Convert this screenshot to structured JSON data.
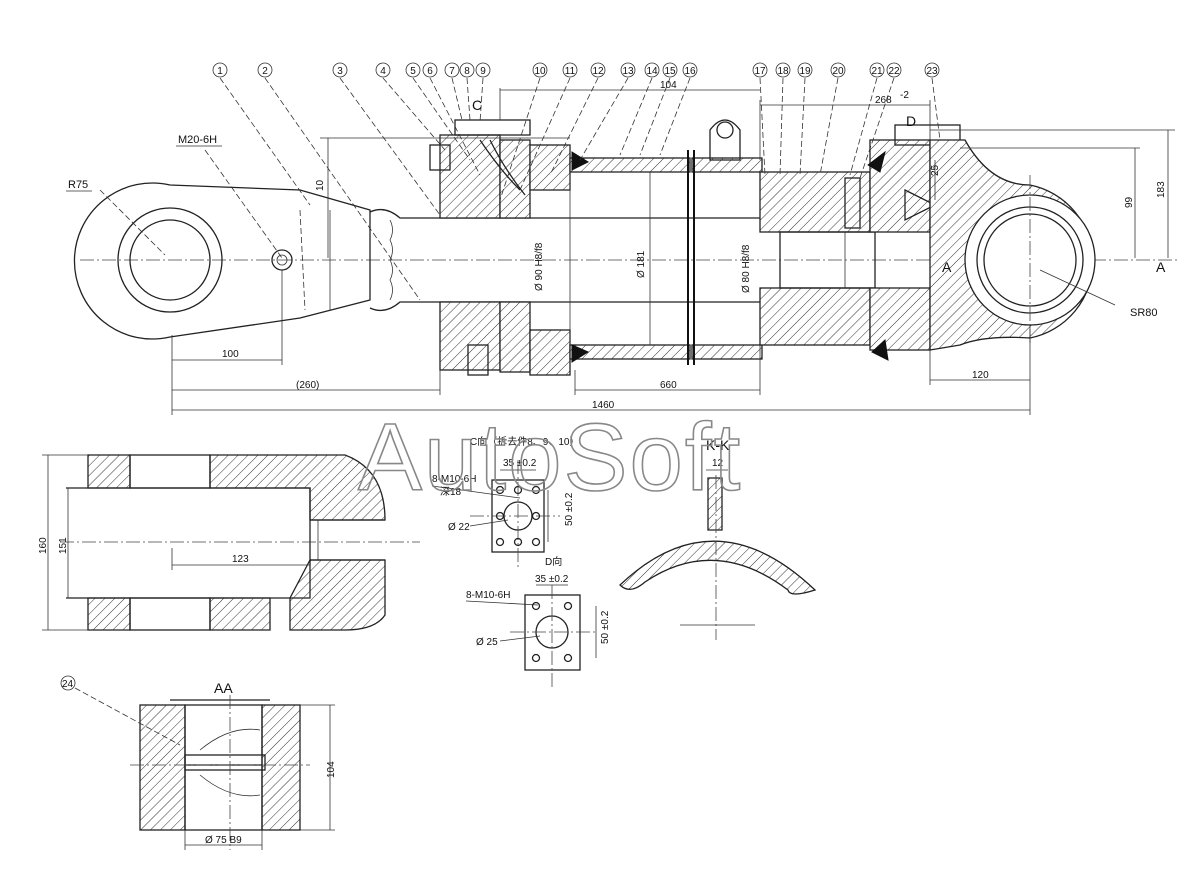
{
  "watermark": "AutoSoft",
  "balloons": [
    "1",
    "2",
    "3",
    "4",
    "5",
    "6",
    "7",
    "8",
    "9",
    "10",
    "11",
    "12",
    "13",
    "14",
    "15",
    "16",
    "17",
    "18",
    "19",
    "20",
    "21",
    "22",
    "23"
  ],
  "balloon_24": "24",
  "main_view": {
    "callouts": {
      "thread_eye": "M20-6H",
      "radius_eye": "R75",
      "sphere_radius": "SR80",
      "section_a_left": "A",
      "section_a_right": "A",
      "view_c": "C",
      "view_d": "D"
    },
    "dimensions": {
      "d10": "10",
      "d104": "104",
      "d268": "268",
      "d268_tol": "-2",
      "d25": "25",
      "d99": "99",
      "d183": "183",
      "dia_rod": "Ø 90 H8/f8",
      "dia_bore": "Ø 181",
      "dia_piston": "Ø 80 H8/f8",
      "d100": "100",
      "d260": "(260)",
      "d660": "660",
      "d120": "120",
      "d1460": "1460"
    }
  },
  "fork_view": {
    "d160": "160",
    "d151": "151",
    "d123": "123"
  },
  "view_c": {
    "title": "C向（拆去件8、9、10）",
    "thread": "8-M10-6H",
    "depth": "深18",
    "d35": "35 ±0.2",
    "d50": "50 ±0.2",
    "dia": "Ø 22"
  },
  "view_d": {
    "title": "D向",
    "thread": "8-M10-6H",
    "d35": "35 ±0.2",
    "d50": "50 ±0.2",
    "dia": "Ø 25"
  },
  "section_kk": {
    "title": "K-K",
    "d12": "12"
  },
  "section_aa": {
    "title": "AA",
    "d104": "104",
    "dia": "Ø 75 B9"
  }
}
